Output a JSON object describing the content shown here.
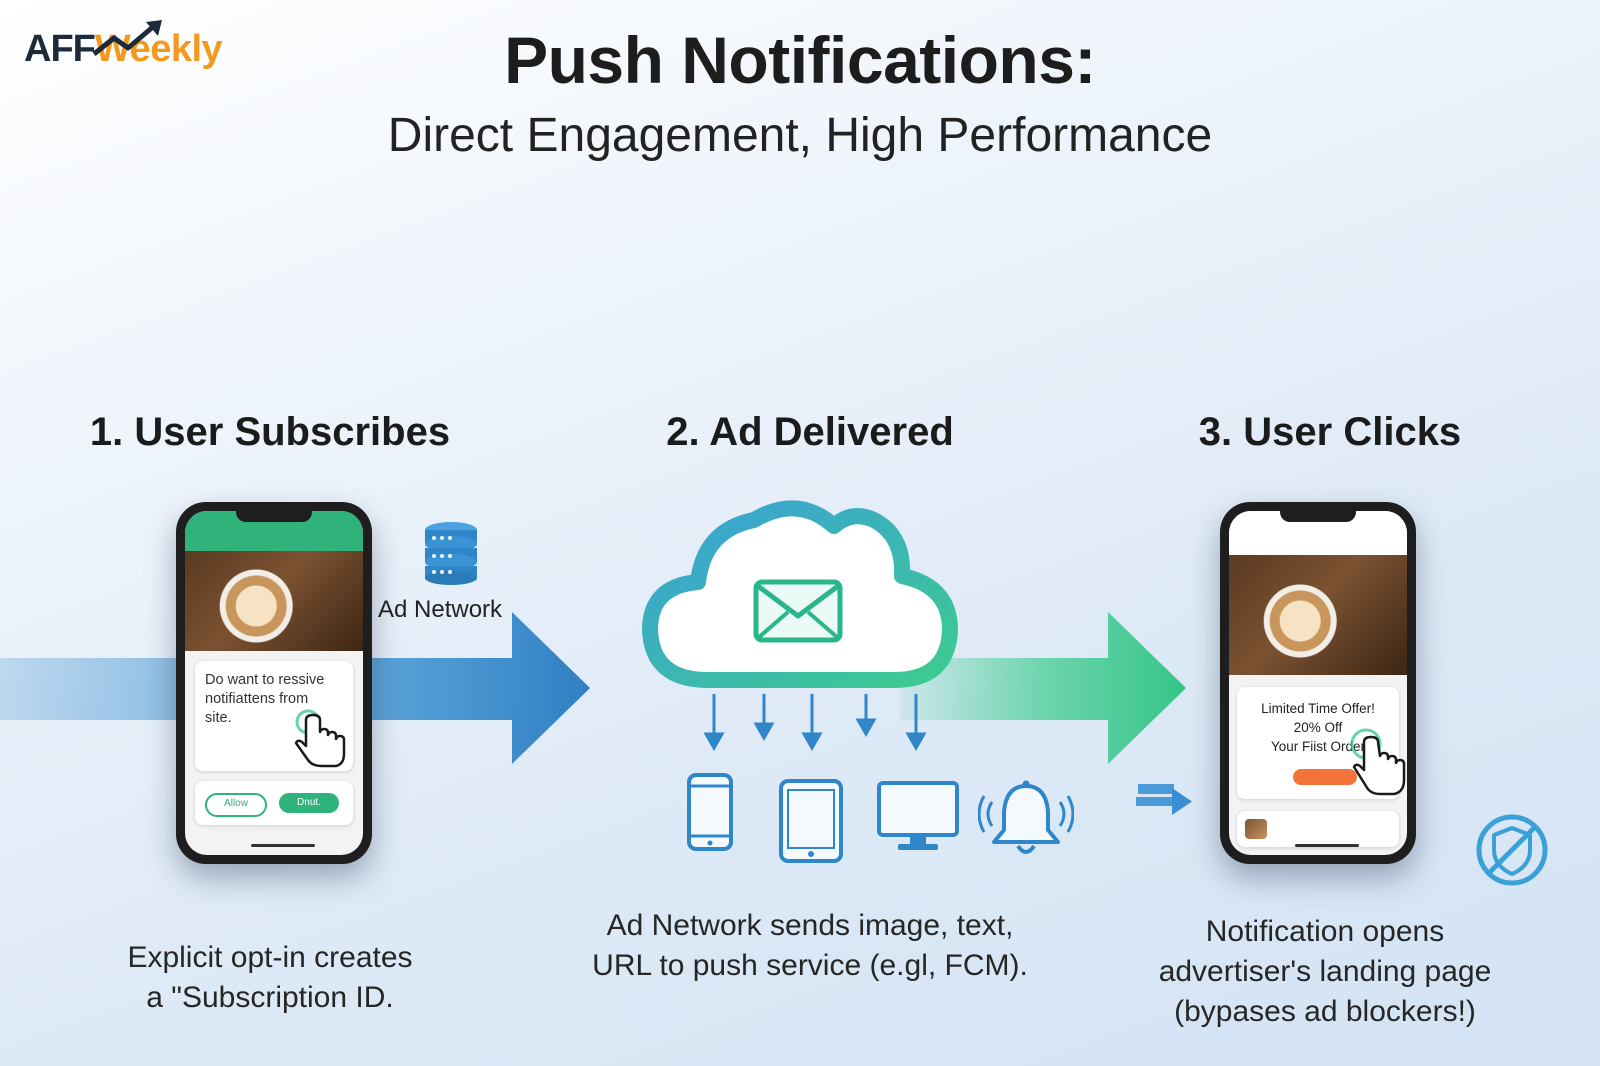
{
  "logo": {
    "part1": "AFF",
    "part2": "Weekly"
  },
  "header": {
    "title": "Push Notifications:",
    "subtitle": "Direct Engagement, High Performance"
  },
  "steps": [
    {
      "heading": "1. User Subscribes",
      "description_lines": [
        "Explicit opt-in creates",
        "a \"Subscription ID."
      ],
      "phone": {
        "prompt_lines": [
          "Do want to ressive",
          "notifiattens from",
          "site."
        ],
        "allow_label": "Allow",
        "deny_label": "Dnut."
      },
      "network_label": "Ad Network"
    },
    {
      "heading": "2. Ad Delivered",
      "description_lines": [
        "Ad Network sends image, text,",
        "URL to push service (e.gl, FCM)."
      ]
    },
    {
      "heading": "3. User Clicks",
      "description_lines": [
        "Notification opens",
        "advertiser's landing page",
        "(bypases ad blockers!)"
      ],
      "phone": {
        "offer_lines": [
          "Limited Time Offer!",
          "20% Off",
          "Your Fiist Order"
        ]
      }
    }
  ],
  "colors": {
    "blue": "#3a8fd0",
    "green": "#3dcb8f",
    "teal": "#2aa7a8",
    "phone_green": "#2fb37a",
    "offer_orange": "#f2743a",
    "logo_orange": "#f39a1e"
  },
  "icons": [
    "trend-arrow-icon",
    "database-icon",
    "envelope-icon",
    "cloud-icon",
    "smartphone-icon",
    "tablet-icon",
    "monitor-icon",
    "bell-icon",
    "hand-pointer-icon",
    "no-shield-icon"
  ]
}
